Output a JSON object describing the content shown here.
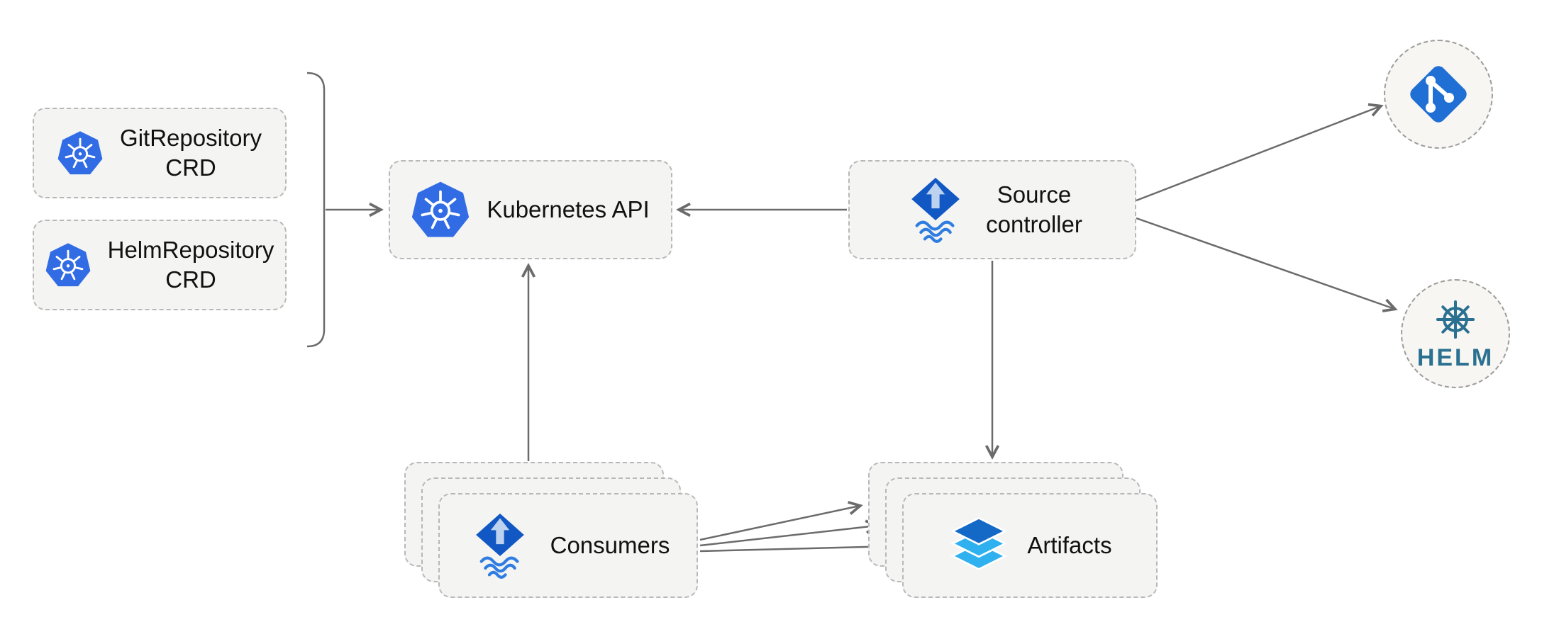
{
  "nodes": {
    "git_crd": {
      "label": "GitRepository\nCRD",
      "icon": "kubernetes-icon"
    },
    "helm_crd": {
      "label": "HelmRepository\nCRD",
      "icon": "kubernetes-icon"
    },
    "kubernetes_api": {
      "label": "Kubernetes API",
      "icon": "kubernetes-icon"
    },
    "source_controller": {
      "label": "Source\ncontroller",
      "icon": "flux-icon"
    },
    "consumers": {
      "label": "Consumers",
      "icon": "flux-icon",
      "stacked_cards": 3
    },
    "artifacts": {
      "label": "Artifacts",
      "icon": "layers-icon",
      "stacked_cards": 3
    },
    "git_endpoint": {
      "icon": "git-icon"
    },
    "helm_endpoint": {
      "icon": "helm-icon",
      "label": "HELM"
    }
  },
  "edges": [
    {
      "from": "crd-group-bracket",
      "to": "kubernetes_api"
    },
    {
      "from": "source_controller",
      "to": "kubernetes_api"
    },
    {
      "from": "source_controller",
      "to": "git_endpoint"
    },
    {
      "from": "source_controller",
      "to": "helm_endpoint"
    },
    {
      "from": "source_controller",
      "to": "artifacts"
    },
    {
      "from": "consumers",
      "to": "kubernetes_api"
    },
    {
      "from": "consumers",
      "to": "artifacts",
      "count": 3
    }
  ],
  "colors": {
    "background": "#ffffff",
    "box_fill": "#f4f4f3",
    "box_border": "#b8b8b8",
    "circle_fill": "#f7f6f2",
    "arrow": "#6b6b6b",
    "kubernetes_blue": "#326ce5",
    "flux_diamond_blue": "#1258c4",
    "flux_arrow_light": "#bcd2ef",
    "flux_wave_blue": "#2f7de1",
    "git_blue": "#1f6fd4",
    "helm_teal": "#2a7090",
    "artifact_dark_blue": "#1469c6",
    "artifact_light_blue": "#2fb1f0"
  }
}
